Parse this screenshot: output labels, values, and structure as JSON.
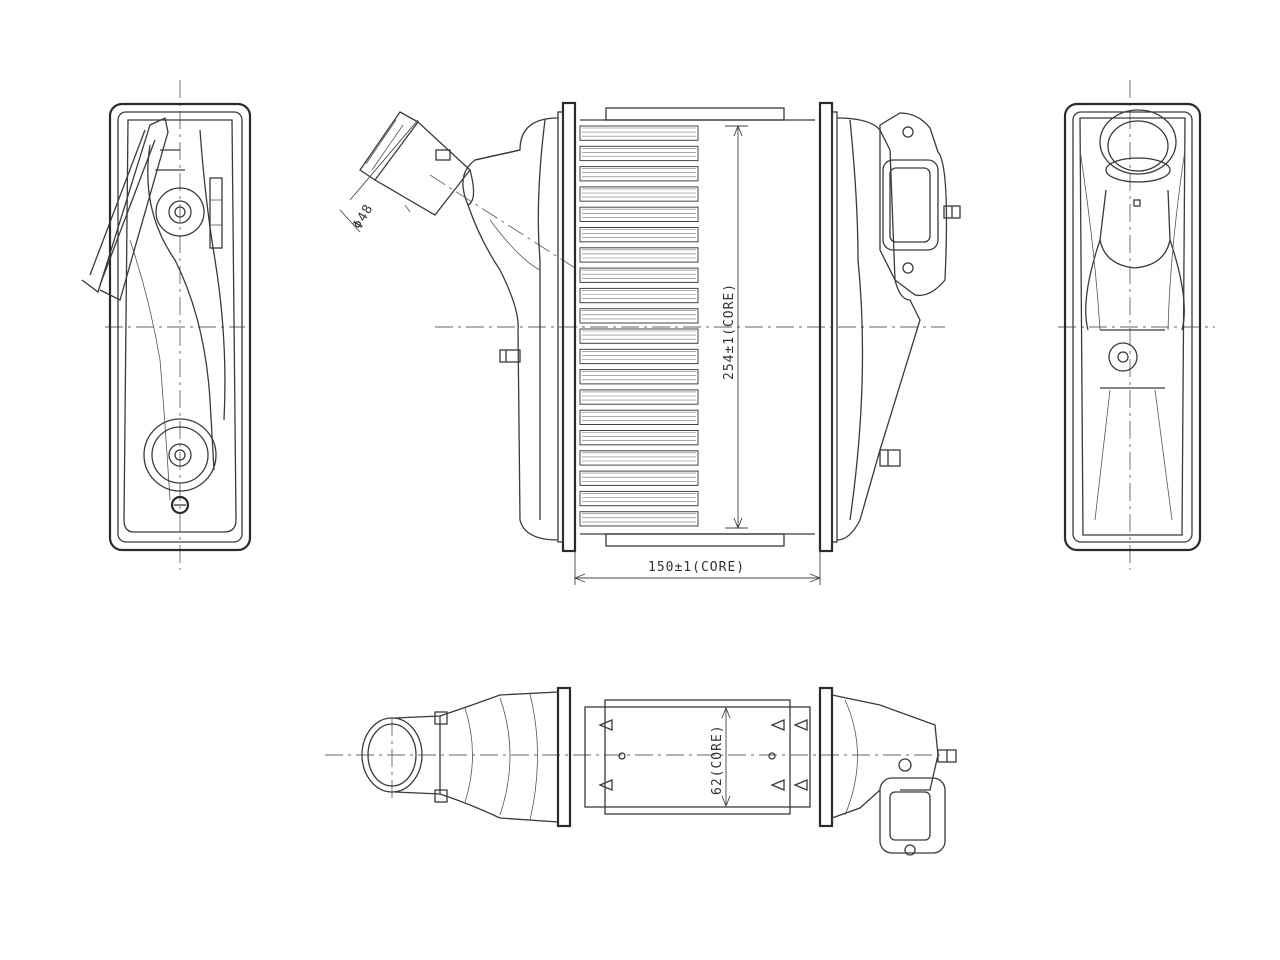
{
  "dimensions": {
    "core_height": "254±1(CORE)",
    "core_width": "150±1(CORE)",
    "core_depth": "62(CORE)",
    "pipe_diameter": "Φ48"
  },
  "views": [
    "left-side-view",
    "front-view",
    "right-side-view",
    "top-view"
  ]
}
